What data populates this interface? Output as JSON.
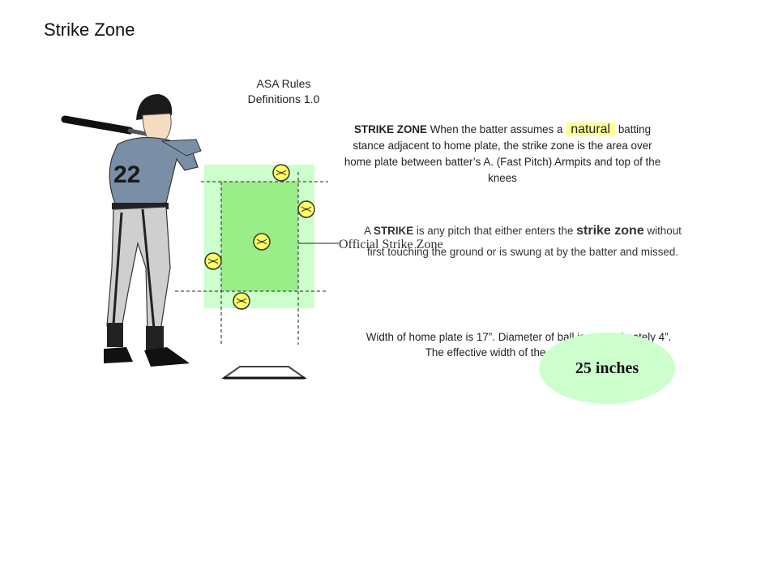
{
  "title": "Strike Zone",
  "rules": {
    "line1": "ASA Rules",
    "line2": "Definitions 1.0"
  },
  "definition": {
    "term": "STRIKE ZONE",
    "text_a": " When the batter assumes a ",
    "highlight": "natural",
    "text_b": " batting stance adjacent to home plate, the strike zone is the area over home plate between batter’s A. (Fast Pitch) Armpits and top of the knees"
  },
  "strike_def": {
    "prefix": "A ",
    "term": "STRIKE",
    "text_a": " is any pitch that either enters the ",
    "emph": "strike zone",
    "text_b": " without first touching the ground or is swung at by the batter and missed."
  },
  "width_note": "Width of home plate is 17”.  Diameter of ball is approximately 4”.  The effective width of the strike zone is",
  "oval_label": "25 inches",
  "zone_label": "Official Strike Zone",
  "colors": {
    "zone_outer": "#ccffcc",
    "zone_inner": "#99ee88",
    "oval": "#ccffcc",
    "highlight": "#ffff99"
  }
}
